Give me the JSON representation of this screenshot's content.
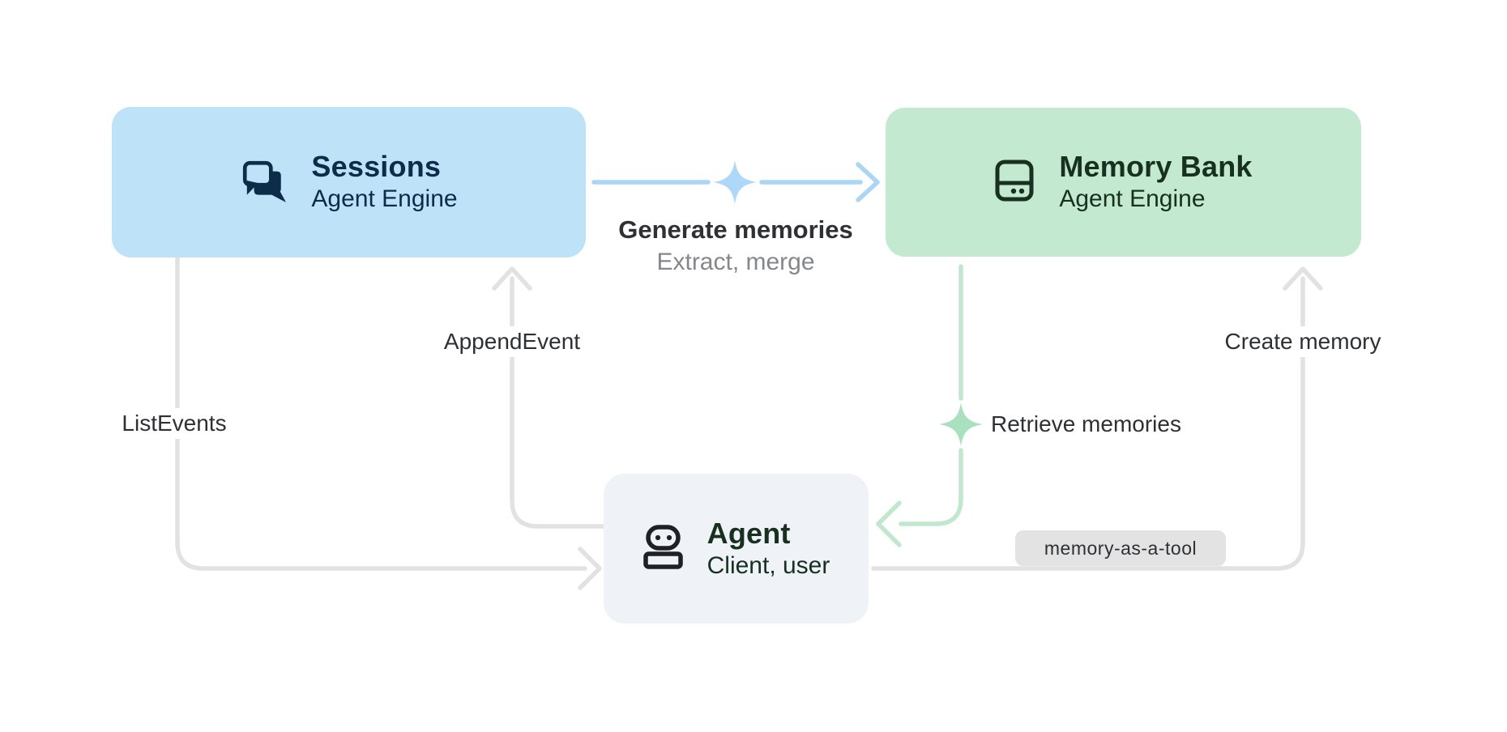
{
  "diagram": {
    "nodes": {
      "sessions": {
        "title": "Sessions",
        "subtitle": "Agent Engine",
        "icon": "chat-bubbles-icon",
        "bg_color": "#bee2f8",
        "text_color": "#0d2c4a"
      },
      "memory_bank": {
        "title": "Memory Bank",
        "subtitle": "Agent Engine",
        "icon": "memory-drive-icon",
        "bg_color": "#c3ead0",
        "text_color": "#17301f"
      },
      "agent": {
        "title": "Agent",
        "subtitle": "Client, user",
        "icon": "robot-icon",
        "bg_color": "#eff3f7",
        "text_color": "#17301f"
      }
    },
    "edges": {
      "generate_memories": {
        "label": "Generate memories",
        "sublabel": "Extract, merge",
        "color": "#abd5f5",
        "decoration": "sparkle-icon"
      },
      "append_event": {
        "label": "AppendEvent",
        "color": "#e2e2e2"
      },
      "list_events": {
        "label": "ListEvents",
        "color": "#e2e2e2"
      },
      "retrieve_memories": {
        "label": "Retrieve memories",
        "color": "#c1e8ce",
        "decoration": "sparkle-icon"
      },
      "create_memory": {
        "label": "Create memory",
        "color": "#e2e2e2"
      },
      "memory_as_a_tool": {
        "label": "memory-as-a-tool",
        "chip_bg": "#e3e3e3"
      }
    },
    "colors": {
      "background": "#ffffff",
      "gray_line": "#e2e2e2",
      "blue_line": "#abd5f5",
      "green_line": "#c1e8ce",
      "blue_sparkle": "#aed8f7",
      "green_sparkle": "#a9e0bd",
      "label_text": "#2f3033",
      "sublabel_text": "#85878b"
    }
  }
}
